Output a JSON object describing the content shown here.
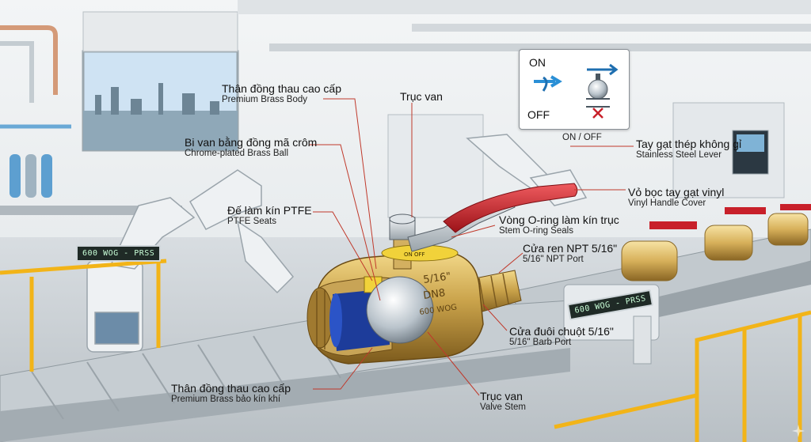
{
  "labels": {
    "premium_body_vi": "Thân đồng thau cao cấp",
    "premium_body_en": "Premium Brass Body",
    "stem_top": "Trục van",
    "ball_vi": "Bi van bằng đồng mã crôm",
    "ball_en": "Chrome-plated Brass Ball",
    "seats_vi": "Đế làm kín PTFE",
    "seats_en": "PTFE Seats",
    "onoff_small": "ON / OFF",
    "lever_vi": "Tay gạt thép không gỉ",
    "lever_en": "Stainless Steel Lever",
    "cover_vi": "Vỏ bọc tay gạt vinyl",
    "cover_en": "Vinyl Handle Cover",
    "oring_vi": "Vòng O-ring làm kín trục",
    "oring_en": "Stem O-ring Seals",
    "npt_vi": "Cửa ren NPT 5/16\"",
    "npt_en": "5/16\" NPT Port",
    "barb_vi": "Cửa đuôi chuột 5/16\"",
    "barb_en": "5/16\" Barb Port",
    "bottom_body_vi": "Thân đồng thau cao cấp",
    "bottom_body_en": "Premium Brass  bảo kín khí",
    "valve_stem_vi": "Trục van",
    "valve_stem_en": "Valve Stem"
  },
  "inset": {
    "on": "ON",
    "off": "OFF"
  },
  "plates": {
    "left": "600 WOG - PRSS",
    "right": "600 WOG - PRSS"
  },
  "valve_marks": {
    "line1": "5/16\"",
    "line2": "DN8",
    "line3": "600 WOG",
    "stamp": "ON OFF"
  },
  "colors": {
    "brass": "#c9a24a",
    "lever_red": "#c8202a",
    "seal_blue": "#1d3c9a",
    "seat_yellow": "#f1d23a"
  }
}
